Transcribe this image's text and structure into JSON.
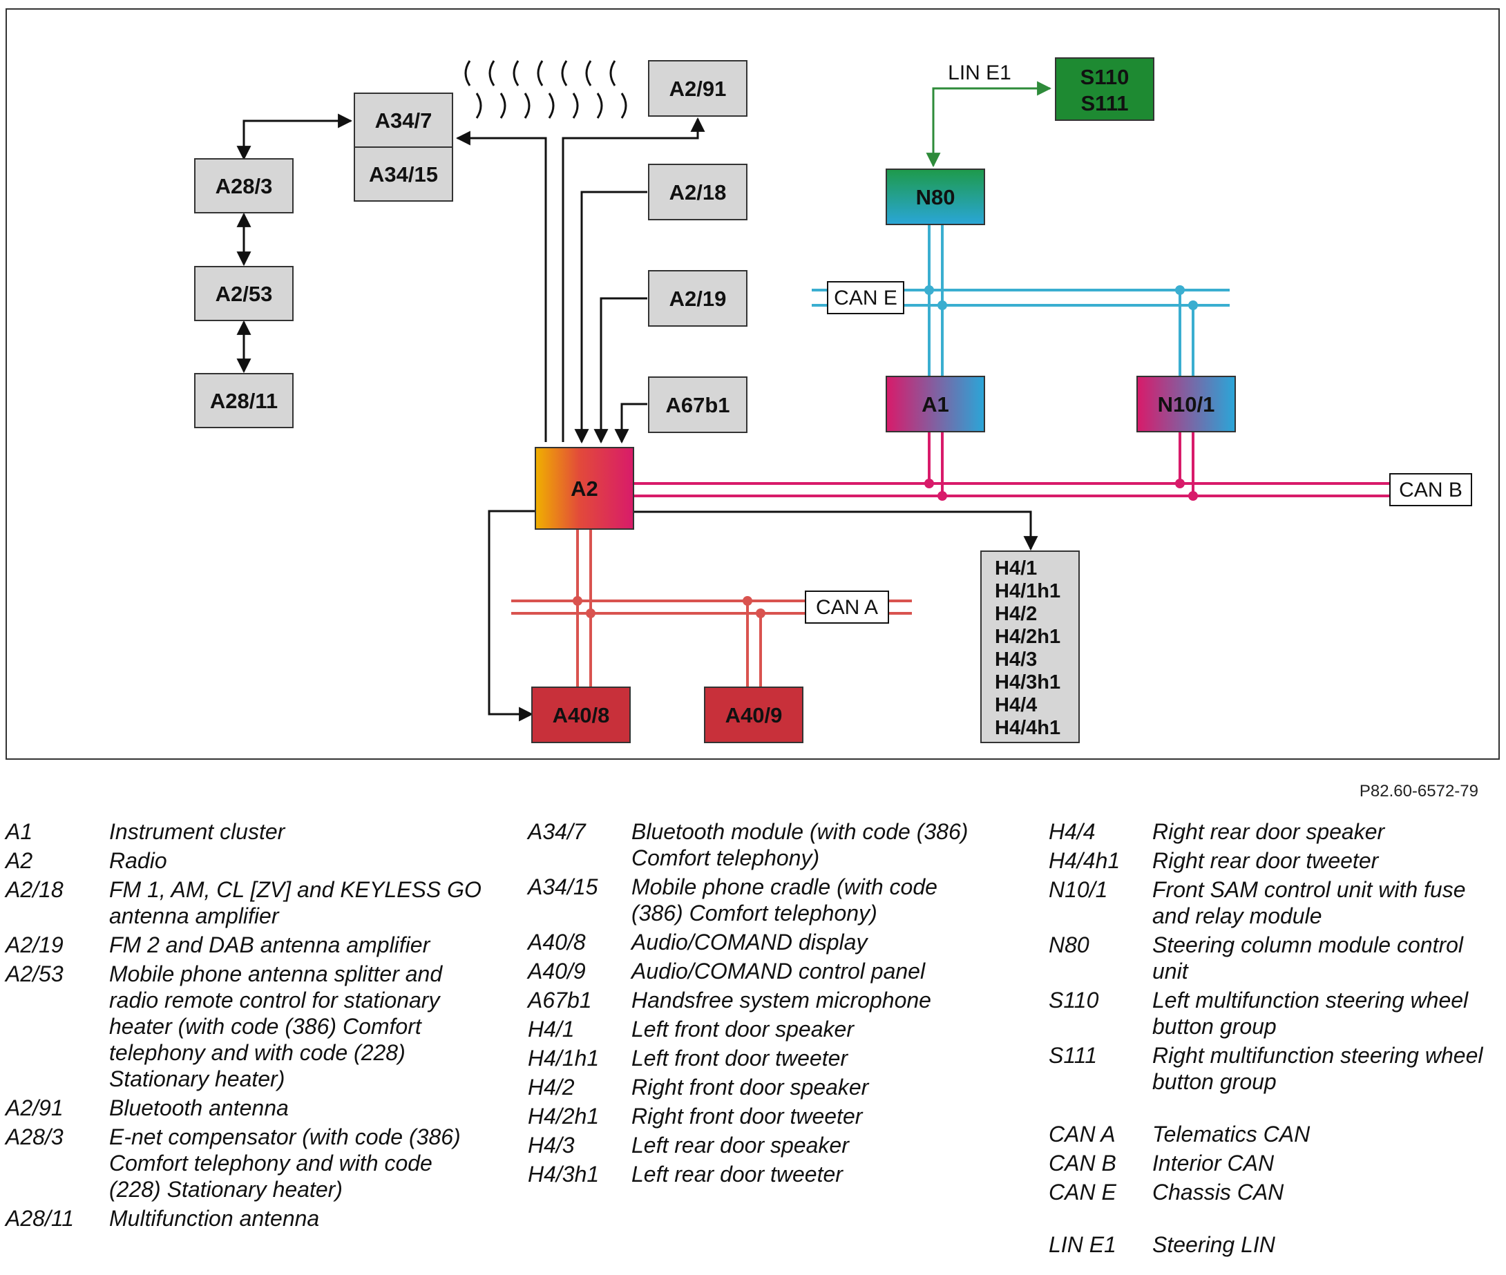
{
  "diagram": {
    "nodes": {
      "A34_7": "A34/7",
      "A34_15": "A34/15",
      "A28_3": "A28/3",
      "A2_53": "A2/53",
      "A28_11": "A28/11",
      "A2_91": "A2/91",
      "A2_18": "A2/18",
      "A2_19": "A2/19",
      "A67b1": "A67b1",
      "A2": "A2",
      "S110": "S110",
      "S111": "S111",
      "N80": "N80",
      "A1": "A1",
      "N10_1": "N10/1",
      "A40_8": "A40/8",
      "A40_9": "A40/9",
      "H4_group": [
        "H4/1",
        "H4/1h1",
        "H4/2",
        "H4/2h1",
        "H4/3",
        "H4/3h1",
        "H4/4",
        "H4/4h1"
      ]
    },
    "bus_labels": {
      "lin_e1": "LIN E1",
      "can_e": "CAN E",
      "can_b": "CAN B",
      "can_a": "CAN A"
    },
    "colors": {
      "lin": "#2e8b3a",
      "can_e": "#3aaed0",
      "can_b": "#d81b6a",
      "can_a": "#d9534f",
      "box_gray": "#d6d6d6",
      "box_red": "#c8303a",
      "box_green": "#1e8a32"
    }
  },
  "reference": "P82.60-6572-79",
  "legend": {
    "col1": [
      {
        "code": "A1",
        "desc": "Instrument cluster"
      },
      {
        "code": "A2",
        "desc": "Radio"
      },
      {
        "code": "A2/18",
        "desc": "FM 1, AM, CL [ZV] and KEYLESS GO antenna amplifier"
      },
      {
        "code": "A2/19",
        "desc": "FM 2 and DAB antenna amplifier"
      },
      {
        "code": "A2/53",
        "desc": "Mobile phone antenna splitter and radio remote control for stationary heater (with code (386) Comfort telephony and with code (228) Stationary heater)"
      },
      {
        "code": "A2/91",
        "desc": "Bluetooth antenna"
      },
      {
        "code": "A28/3",
        "desc": "E-net compensator (with code (386) Comfort telephony and with code (228) Stationary heater)"
      },
      {
        "code": "A28/11",
        "desc": "Multifunction antenna"
      }
    ],
    "col2": [
      {
        "code": "A34/7",
        "desc": "Bluetooth module (with code (386) Comfort telephony)"
      },
      {
        "code": "A34/15",
        "desc": "Mobile phone cradle (with code (386) Comfort telephony)"
      },
      {
        "code": "A40/8",
        "desc": "Audio/COMAND display"
      },
      {
        "code": "A40/9",
        "desc": "Audio/COMAND control panel"
      },
      {
        "code": "A67b1",
        "desc": "Handsfree system microphone"
      },
      {
        "code": "H4/1",
        "desc": "Left front door speaker"
      },
      {
        "code": "H4/1h1",
        "desc": "Left front door tweeter"
      },
      {
        "code": "H4/2",
        "desc": "Right front door speaker"
      },
      {
        "code": "H4/2h1",
        "desc": "Right front door tweeter"
      },
      {
        "code": "H4/3",
        "desc": "Left rear door speaker"
      },
      {
        "code": "H4/3h1",
        "desc": "Left rear door tweeter"
      }
    ],
    "col3": [
      {
        "code": "H4/4",
        "desc": "Right rear door speaker"
      },
      {
        "code": "H4/4h1",
        "desc": "Right rear door tweeter"
      },
      {
        "code": "N10/1",
        "desc": "Front SAM control unit with fuse and relay module"
      },
      {
        "code": "N80",
        "desc": "Steering column module control unit"
      },
      {
        "code": "S110",
        "desc": "Left multifunction steering wheel button group"
      },
      {
        "code": "S111",
        "desc": "Right multifunction steering wheel button group"
      }
    ],
    "col3_can": [
      {
        "code": "CAN A",
        "desc": "Telematics CAN"
      },
      {
        "code": "CAN B",
        "desc": "Interior CAN"
      },
      {
        "code": "CAN E",
        "desc": "Chassis CAN"
      }
    ],
    "col3_lin": [
      {
        "code": "LIN E1",
        "desc": "Steering LIN"
      }
    ]
  }
}
